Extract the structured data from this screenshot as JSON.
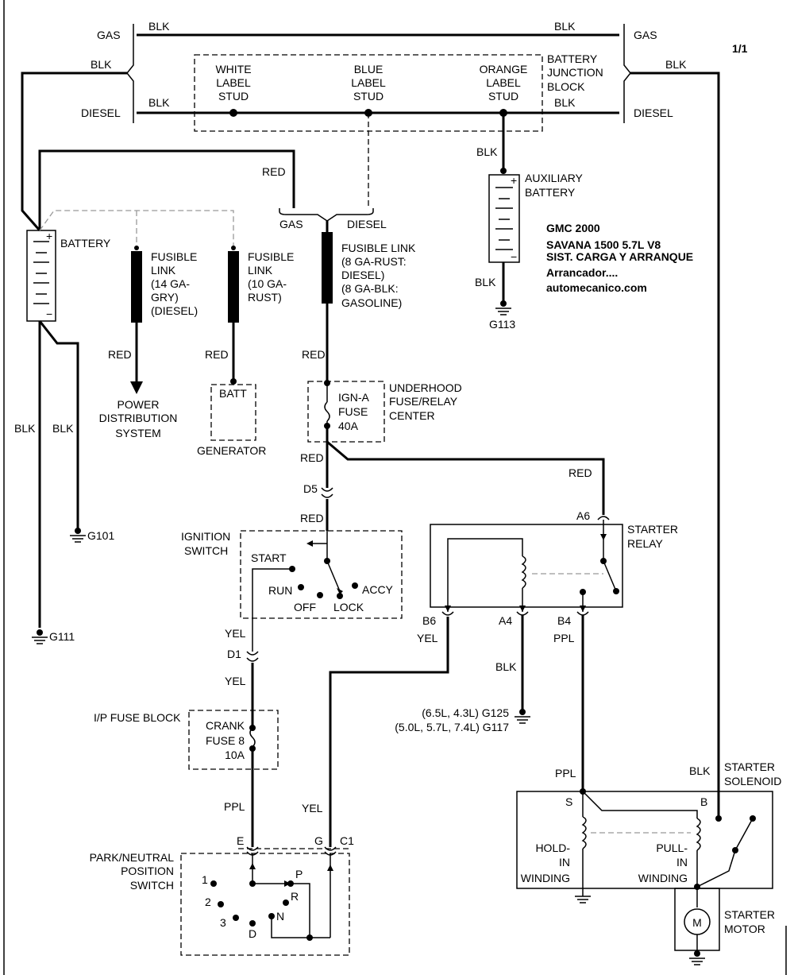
{
  "page": "1/1",
  "title": {
    "make_year": "GMC 2000",
    "model": "SAVANA 1500  5.7L  V8",
    "system": "SIST. CARGA Y ARRANQUE",
    "section": "Arrancador....",
    "site": "automecanico.com"
  },
  "wire_colors": {
    "blk": "BLK",
    "red": "RED",
    "yel": "YEL",
    "ppl": "PPL"
  },
  "engine_variants": {
    "gas": "GAS",
    "diesel": "DIESEL"
  },
  "junction_block": {
    "name": [
      "BATTERY",
      "JUNCTION",
      "BLOCK"
    ],
    "white_stud": [
      "WHITE",
      "LABEL",
      "STUD"
    ],
    "blue_stud": [
      "BLUE",
      "LABEL",
      "STUD"
    ],
    "orange_stud": [
      "ORANGE",
      "LABEL",
      "STUD"
    ]
  },
  "aux_battery": {
    "name": [
      "AUXILIARY",
      "BATTERY"
    ],
    "ground": "G113"
  },
  "battery": {
    "name": "BATTERY"
  },
  "fusible_links": {
    "diesel_14ga": [
      "FUSIBLE",
      "LINK",
      "(14 GA-",
      "GRY)",
      "(DIESEL)"
    ],
    "rust_10ga": [
      "FUSIBLE",
      "LINK",
      "(10 GA-",
      "RUST)"
    ],
    "main_8ga": [
      "FUSIBLE LINK",
      "(8 GA-RUST:",
      "DIESEL)",
      "(8 GA-BLK:",
      "GASOLINE)"
    ]
  },
  "power_distribution": [
    "POWER",
    "DISTRIBUTION",
    "SYSTEM"
  ],
  "generator": {
    "terminal": "BATT",
    "name": "GENERATOR"
  },
  "underhood": {
    "name": [
      "UNDERHOOD",
      "FUSE/RELAY",
      "CENTER"
    ],
    "fuse": [
      "IGN-A",
      "FUSE",
      "40A"
    ]
  },
  "connectors": {
    "d5": "D5",
    "d1": "D1",
    "a6": "A6",
    "b6": "B6",
    "a4": "A4",
    "b4": "B4",
    "e": "E",
    "g": "G",
    "c1": "C1"
  },
  "ignition_switch": {
    "name": [
      "IGNITION",
      "SWITCH"
    ],
    "positions": {
      "start": "START",
      "run": "RUN",
      "off": "OFF",
      "lock": "LOCK",
      "accy": "ACCY"
    }
  },
  "starter_relay": {
    "name": [
      "STARTER",
      "RELAY"
    ]
  },
  "grounds": {
    "g101": "G101",
    "g111": "G111",
    "g125": "(6.5L, 4.3L) G125",
    "g117": "(5.0L, 5.7L, 7.4L) G117"
  },
  "ip_fuse_block": {
    "name": "I/P FUSE BLOCK",
    "fuse": [
      "CRANK",
      "FUSE 8",
      "10A"
    ]
  },
  "pnp_switch": {
    "name": [
      "PARK/NEUTRAL",
      "POSITION",
      "SWITCH"
    ],
    "positions": {
      "p": "P",
      "r": "R",
      "n": "N",
      "d": "D",
      "one": "1",
      "two": "2",
      "three": "3"
    }
  },
  "starter_solenoid": {
    "name": [
      "STARTER",
      "SOLENOID"
    ],
    "terminal_s": "S",
    "terminal_b": "B",
    "hold_in": [
      "HOLD-",
      "IN",
      "WINDING"
    ],
    "pull_in": [
      "PULL-",
      "IN",
      "WINDING"
    ]
  },
  "starter_motor": {
    "name": [
      "STARTER",
      "MOTOR"
    ],
    "symbol": "M"
  }
}
